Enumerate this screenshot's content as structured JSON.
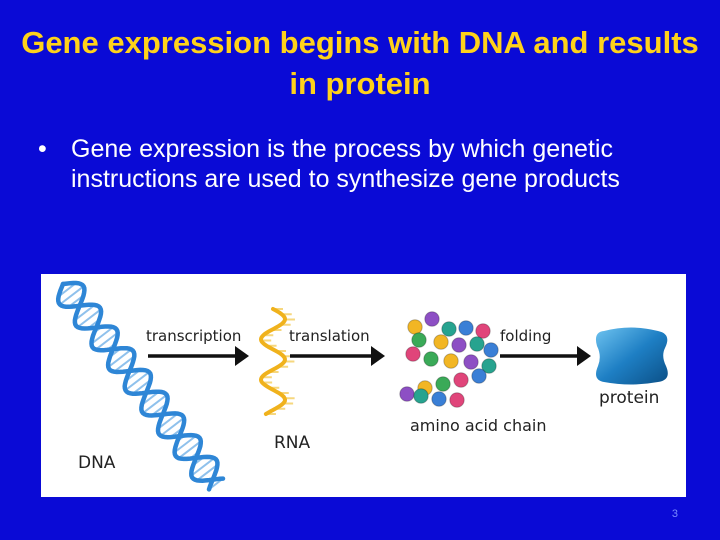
{
  "slide": {
    "title": "Gene expression begins with DNA and results in protein",
    "bullets": [
      "Gene expression is the process by which genetic instructions are used to synthesize gene products"
    ],
    "page_number": "3"
  },
  "diagram": {
    "labels": {
      "dna": "DNA",
      "transcription": "transcription",
      "rna": "RNA",
      "translation": "translation",
      "amino_acid_chain": "amino acid chain",
      "folding": "folding",
      "protein": "protein"
    },
    "colors": {
      "dna": "#2e86d6",
      "rna": "#f0b21c",
      "arrow": "#111111",
      "protein": "#1e7fc4",
      "beads": [
        "#f2b624",
        "#8d4fc4",
        "#27a38f",
        "#3a7fd6",
        "#e0457a",
        "#3aaa58"
      ]
    }
  }
}
